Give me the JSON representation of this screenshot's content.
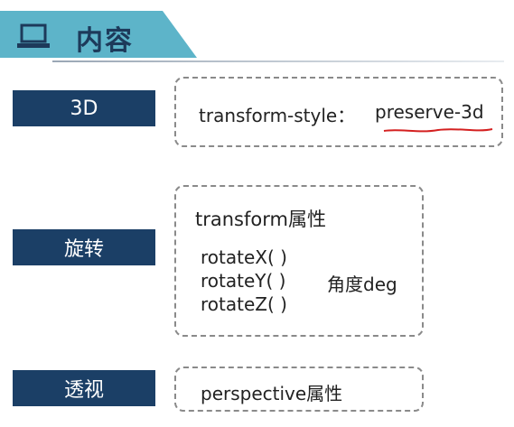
{
  "header": {
    "title": "内容"
  },
  "rows": [
    {
      "label": "3D",
      "content": {
        "prop": "transform-style：",
        "value": "preserve-3d"
      }
    },
    {
      "label": "旋转",
      "content": {
        "heading": "transform属性",
        "lines": [
          "rotateX( )",
          "rotateY( )",
          "rotateZ( )"
        ],
        "note": "角度deg"
      }
    },
    {
      "label": "透视",
      "content": {
        "text": "perspective属性"
      }
    }
  ],
  "colors": {
    "banner": "#5db4c9",
    "label_bg": "#1b3f66",
    "underline": "#d42020"
  },
  "icons": [
    "laptop-icon"
  ]
}
